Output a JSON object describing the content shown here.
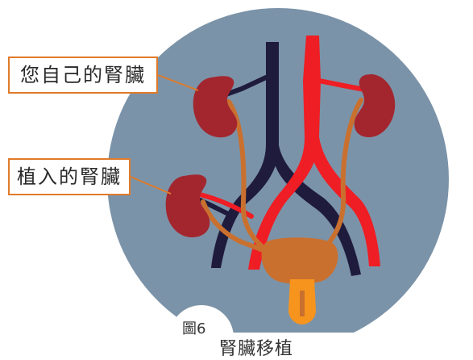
{
  "labels": {
    "own_kidney": "您自己的腎臟",
    "transplanted_kidney": "植入的腎臟"
  },
  "figure": {
    "number": "圖6",
    "caption": "腎臟移植"
  },
  "colors": {
    "background_circle": "#7b93a8",
    "vein": "#1f1b3d",
    "artery": "#ef1d24",
    "kidney": "#a3262f",
    "ureter": "#c9702f",
    "bladder": "#c9702f",
    "urethra": "#f7941d",
    "callout_border": "#e07b2a"
  }
}
